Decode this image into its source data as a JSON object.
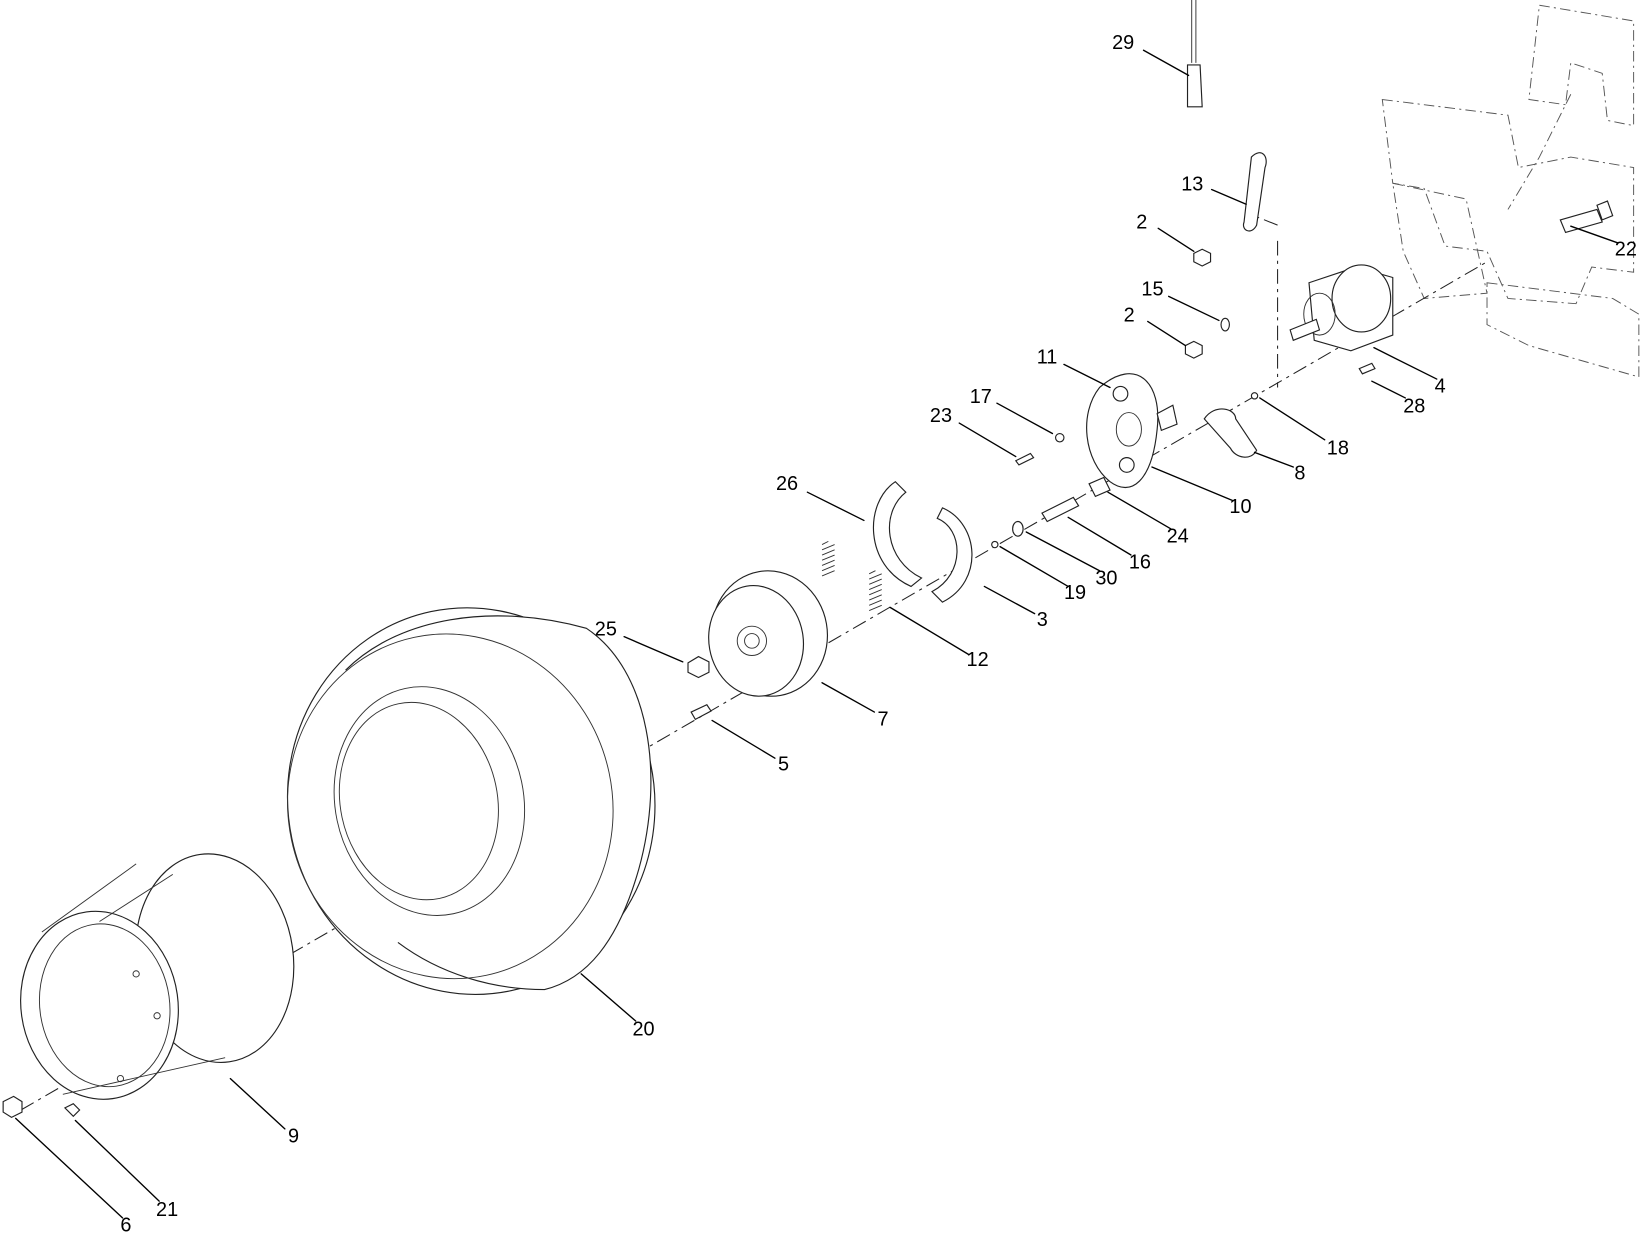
{
  "callouts": [
    "29",
    "13",
    "2",
    "22",
    "15",
    "2",
    "4",
    "28",
    "11",
    "17",
    "23",
    "18",
    "8",
    "26",
    "10",
    "24",
    "16",
    "30",
    "19",
    "3",
    "25",
    "12",
    "7",
    "5",
    "20",
    "9",
    "21",
    "6"
  ]
}
